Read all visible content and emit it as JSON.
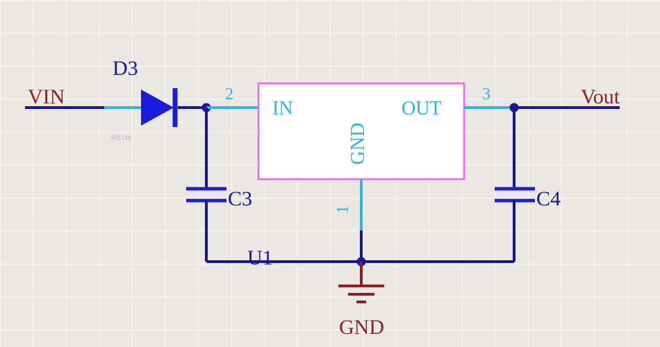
{
  "diagram": {
    "type": "circuit-schematic",
    "nets": {
      "vin": "VIN",
      "vout": "Vout",
      "gnd": "GND"
    },
    "components": {
      "diode": {
        "ref": "D3",
        "watermark": "RSTM"
      },
      "regulator": {
        "ref": "U1",
        "pins": [
          {
            "number": "2",
            "name": "IN"
          },
          {
            "number": "3",
            "name": "OUT"
          },
          {
            "number": "1",
            "name": "GND"
          }
        ]
      },
      "cap_in": {
        "ref": "C3"
      },
      "cap_out": {
        "ref": "C4"
      }
    },
    "colors": {
      "background": "#ebe7e3",
      "wire": "#16169b",
      "pin": "#2fb3e8",
      "diode": "#1b1bdf",
      "cap": "#1f1fd0",
      "body_outline": "#ff5cff",
      "label": "#16169b",
      "net_label": "#8c1f1f"
    }
  }
}
